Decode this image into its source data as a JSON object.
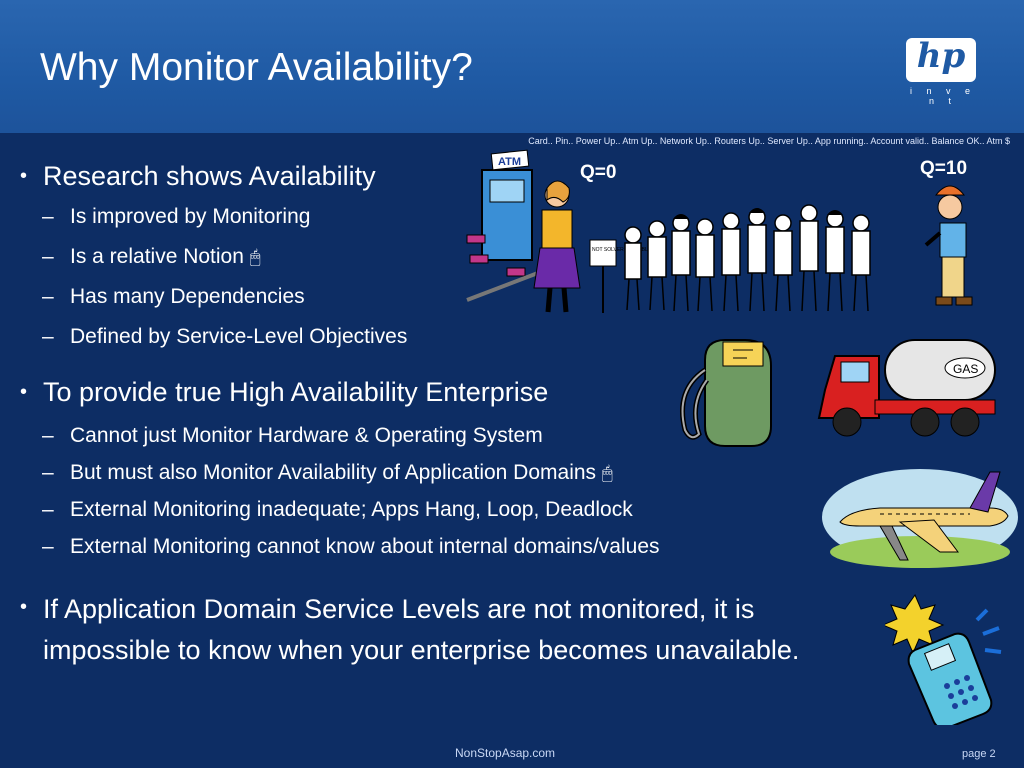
{
  "slide": {
    "title": "Why Monitor Availability?",
    "logo": {
      "brand": "hp",
      "tagline": "i n v e n t"
    },
    "ticker": "Card.. Pin.. Power Up.. Atm Up.. Network Up.. Routers Up.. Server Up.. App running.. Account valid.. Balance OK.. Atm $",
    "q_labels": {
      "left": "Q=0",
      "right": "Q=10"
    },
    "atm_label": "ATM",
    "sign_text": "NOT SOLVER AVAILABLE",
    "gas_label": "GAS",
    "bullets": [
      {
        "text": "Research shows Availability",
        "sub": [
          "Is improved by Monitoring",
          "Is a relative Notion ← ",
          "Has many Dependencies",
          "Defined by Service-Level Objectives"
        ]
      },
      {
        "text": "To provide true High Availability Enterprise",
        "sub": [
          "Cannot just Monitor Hardware & Operating System",
          "But must also Monitor Availability of Application Domains",
          "External Monitoring inadequate; Apps Hang, Loop, Deadlock",
          "External Monitoring cannot know about internal domains/values"
        ]
      },
      {
        "text": "If Application Domain Service Levels are not monitored, it is impossible to know when your enterprise becomes unavailable."
      }
    ],
    "bullet_glyph": "•",
    "dash_glyph": "–",
    "footer": {
      "site": "NonStopAsap.com",
      "page": "page 2"
    }
  }
}
